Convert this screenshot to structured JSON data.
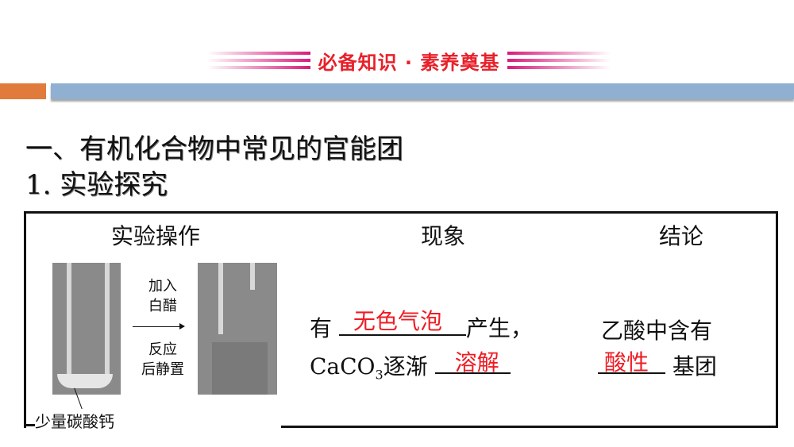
{
  "banner": {
    "title": "必备知识 · 素养奠基"
  },
  "header_bar": {
    "accent_left": "#e07b3c",
    "accent_main": "#8fb0d0"
  },
  "headings": {
    "section": "一、有机化合物中常见的官能团",
    "subsection": "1. 实验探究"
  },
  "table": {
    "columns": [
      "实验操作",
      "现象",
      "结论"
    ],
    "operation": {
      "step_top": [
        "加入",
        "白醋"
      ],
      "step_bottom": [
        "反应",
        "后静置"
      ],
      "callout": "少量碳酸钙"
    },
    "phenomenon": {
      "line1_prefix": "有",
      "line1_answer": "无色气泡",
      "line1_suffix": "产生，",
      "line2_formula": "CaCO",
      "line2_sub": "3",
      "line2_text": "逐渐",
      "line2_answer": "溶解"
    },
    "conclusion": {
      "line1": "乙酸中含有",
      "answer": "酸性",
      "suffix": "基团"
    }
  },
  "colors": {
    "answer": "#ee1c24",
    "banner_text": "#e8202a",
    "banner_lines": "#d81b7a"
  }
}
